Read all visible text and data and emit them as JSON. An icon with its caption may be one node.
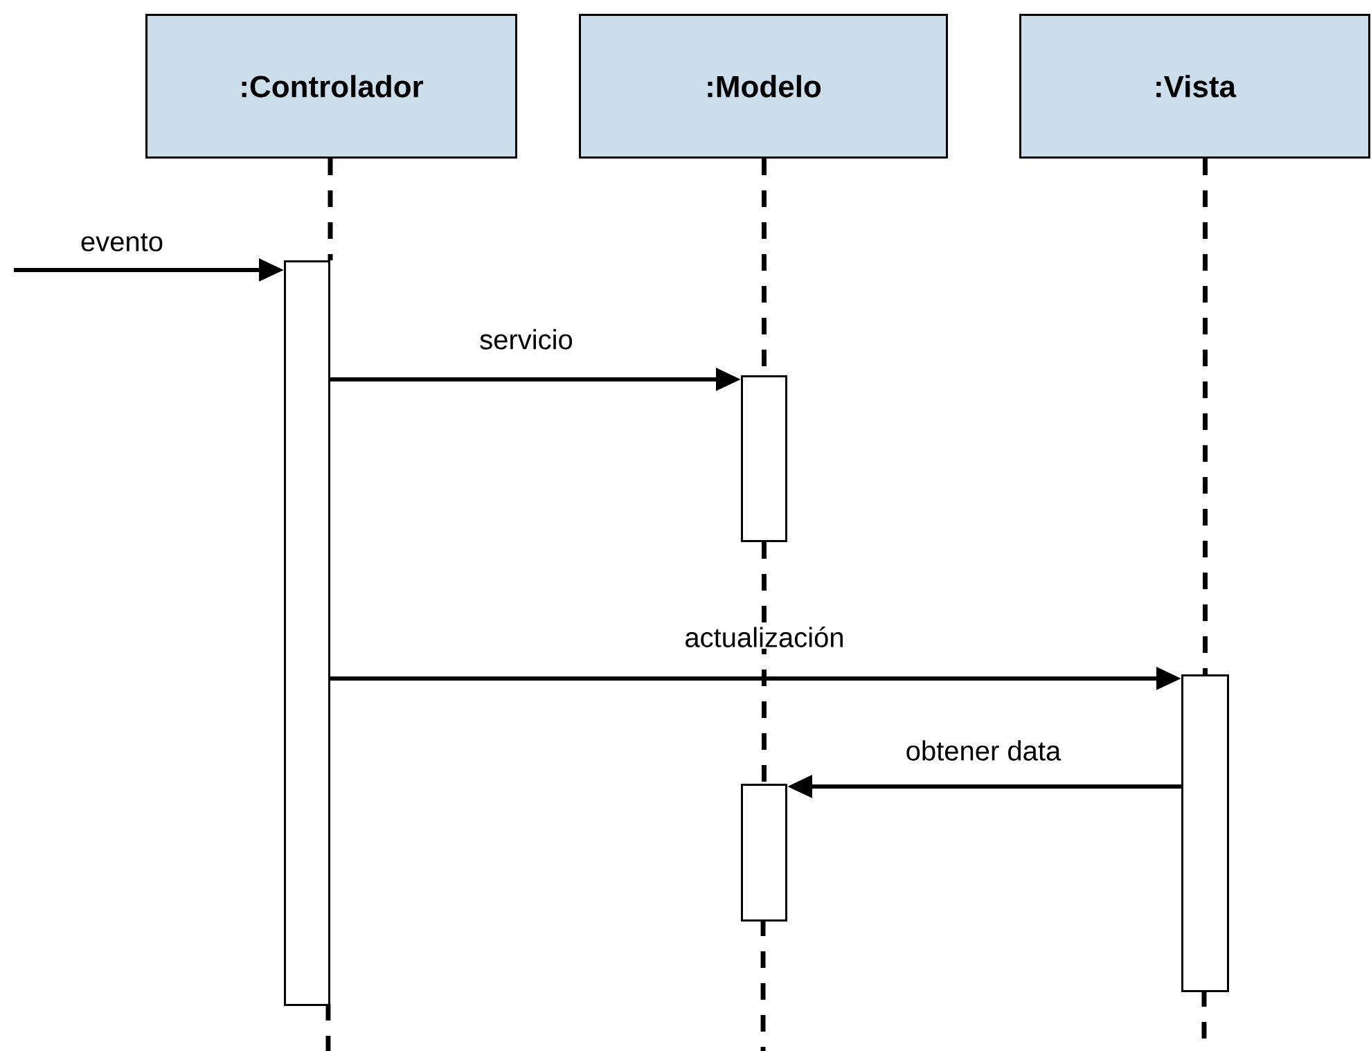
{
  "diagram": {
    "nodes": [
      {
        "text": [
          ":Controlador"
        ]
      },
      {
        "text": [
          ":Modelo"
        ]
      },
      {
        "text": [
          ":Vista"
        ]
      },
      {
        "text": [],
        "shape": "bar"
      },
      {
        "text": [],
        "shape": "bar"
      },
      {
        "text": [],
        "shape": "bar"
      },
      {
        "text": [],
        "shape": "bar"
      }
    ],
    "edges": [
      {
        "from": 0,
        "to": 3,
        "arrow": "none",
        "style": "dashed"
      },
      {
        "from": 1,
        "to": 4,
        "arrow": "none",
        "style": "dashed"
      },
      {
        "from": 4,
        "to": 6,
        "arrow": "none",
        "style": "dashed"
      },
      {
        "from": 2,
        "to": 5,
        "arrow": "none",
        "style": "dashed"
      },
      {
        "from": null,
        "to": 3,
        "arrow": "to",
        "label": "evento"
      },
      {
        "from": 3,
        "to": 4,
        "arrow": "to",
        "label": "servicio"
      },
      {
        "from": 3,
        "to": 5,
        "arrow": "to",
        "label": "actualización"
      },
      {
        "from": 5,
        "to": 6,
        "arrow": "to",
        "label": "obtener data"
      }
    ]
  }
}
